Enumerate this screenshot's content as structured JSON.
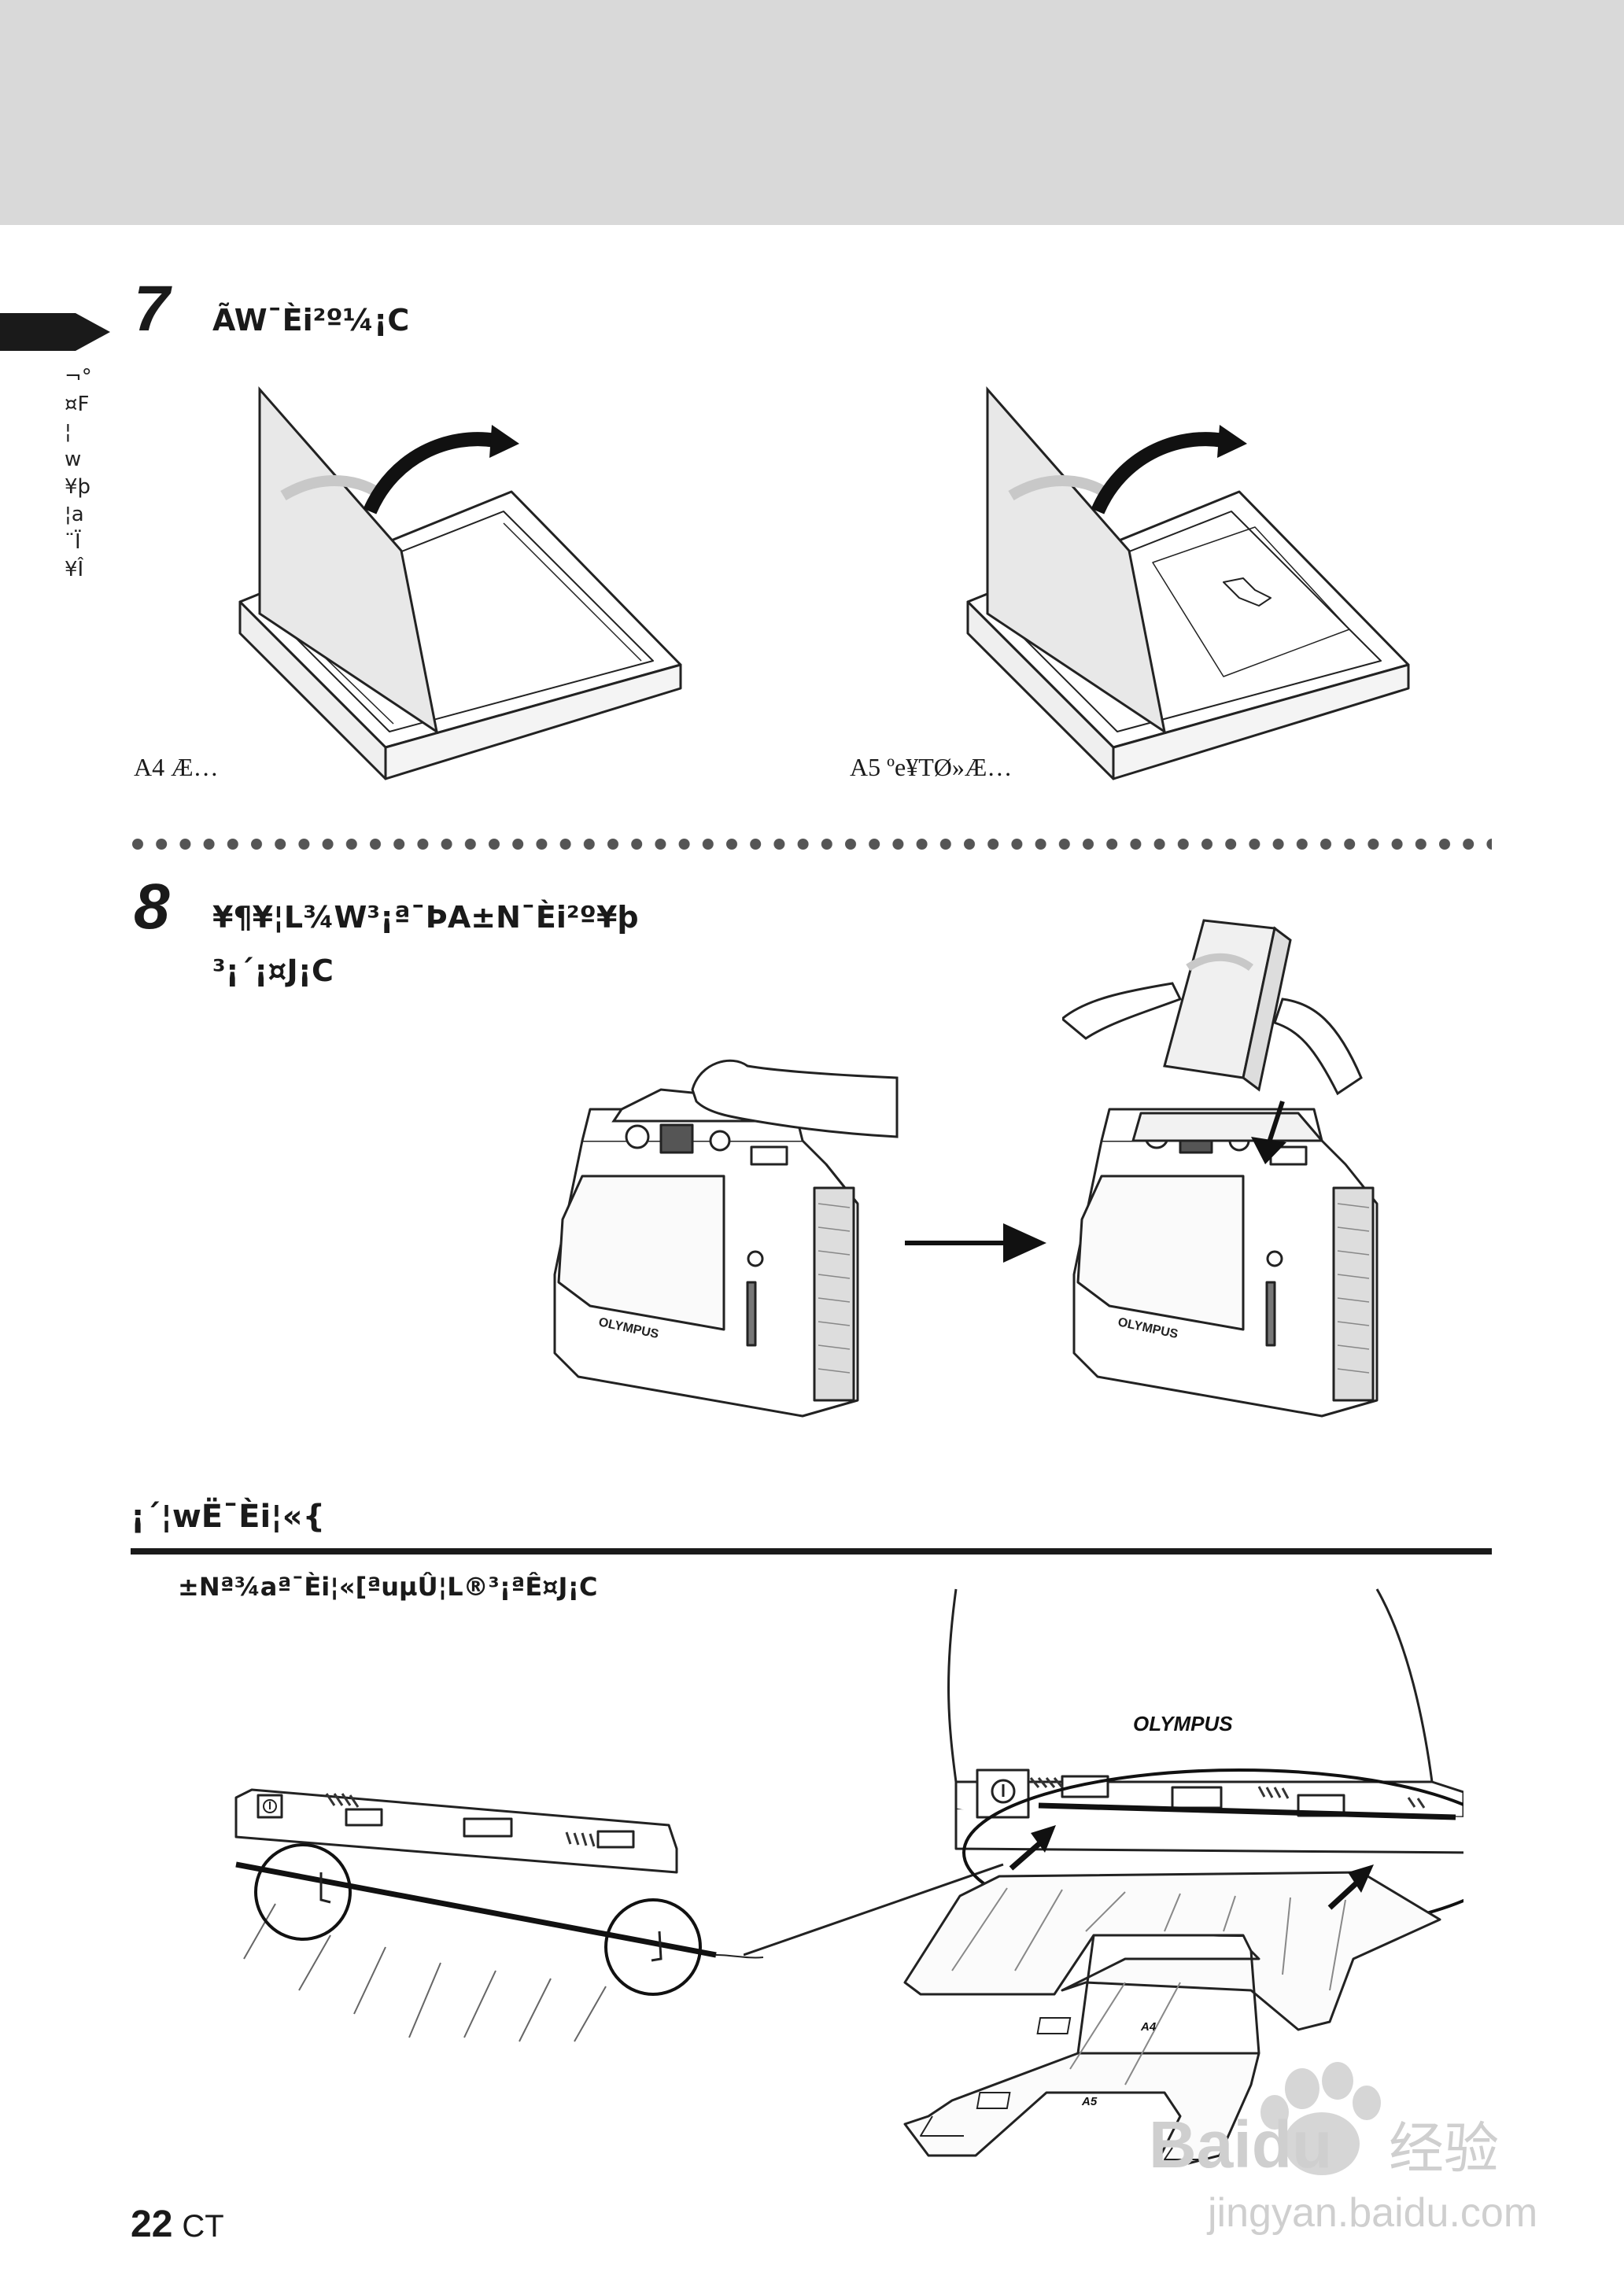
{
  "sidebar": {
    "text": "¬°\n¤F\n¦w\n¥þ\n¦a\n¨Ï\n¥Î"
  },
  "step7": {
    "number": "7",
    "text": "ÃW¯Èi²º¼¡C"
  },
  "figure_a4": {
    "caption": "A4 Æ…"
  },
  "figure_a5": {
    "caption": "A5 ºe¥TØ»Æ…"
  },
  "step8": {
    "number": "8",
    "line1": "¥¶¥¦L¾W³¡ª¯ÞA±N¯Èi²º¥þ",
    "line2": "³¡´¡¤J¡C"
  },
  "section": {
    "title": "¡´¦wË¯Èi¦«{",
    "body": "±Nª¾aª¯Èi¦«[ªuµÛ¦L®³¡ªÊ¤J¡C"
  },
  "brand": {
    "logo": "OLYMPUS"
  },
  "tray_labels": {
    "a4": "A4",
    "a5": "A5"
  },
  "power_icon": "power-icon",
  "footer": {
    "page_number": "22",
    "page_suffix": "CT"
  },
  "watermark": {
    "brand": "Baidu",
    "cn": "经验",
    "url": "jingyan.baidu.com"
  }
}
